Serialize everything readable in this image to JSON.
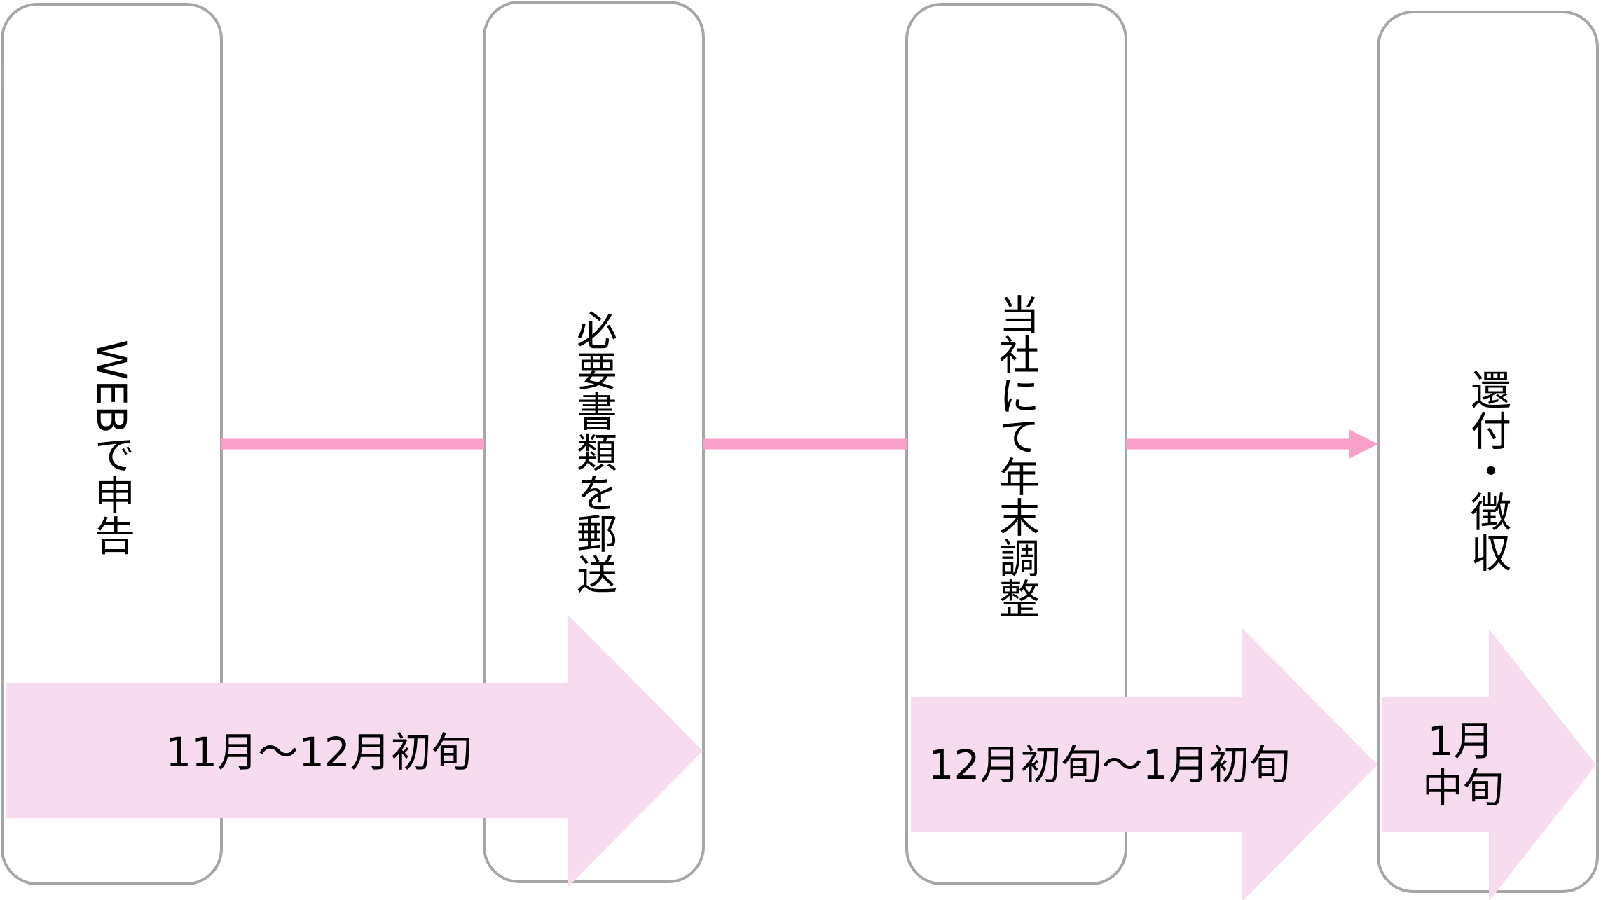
{
  "steps": [
    {
      "label": "WEBで申告"
    },
    {
      "label": "必要書類を郵送"
    },
    {
      "label": "当社にて年末調整"
    },
    {
      "label": "還付・徴収"
    }
  ],
  "periods": [
    {
      "label": "11月～12月初旬"
    },
    {
      "label": "12月初旬～1月初旬"
    },
    {
      "line1": "1月",
      "line2": "中旬"
    }
  ],
  "colors": {
    "box_border": "#a6a6a6",
    "connector": "#f9a0c8",
    "period_arrow": "#f7dcef",
    "text": "#000000"
  }
}
